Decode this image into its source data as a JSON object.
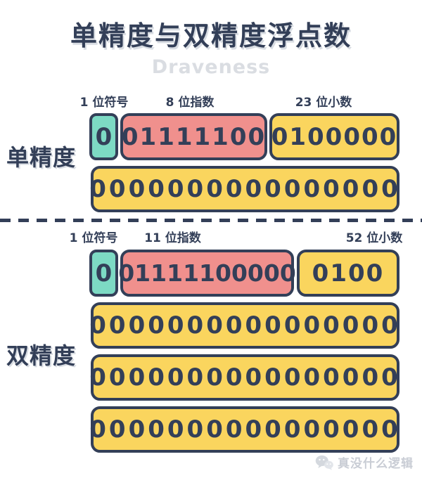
{
  "title": "单精度与双精度浮点数",
  "subtitle": "Draveness",
  "colors": {
    "navy": "#333F58",
    "sign_teal": "#7DDAC4",
    "exponent_pink": "#F0908D",
    "fraction_yellow": "#FAD55E",
    "subtitle_gray": "#DADDE2",
    "watermark_gray": "#C9CDD5",
    "background": "#FFFFFF"
  },
  "sections": [
    {
      "label": "单精度",
      "field_labels": [
        {
          "text": "1 位符号"
        },
        {
          "text": "8 位指数"
        },
        {
          "text": "23 位小数"
        }
      ],
      "rows": [
        {
          "cells": [
            {
              "role": "sign",
              "value": "0"
            },
            {
              "role": "exponent",
              "value": "01111100"
            },
            {
              "role": "fraction",
              "value": "0100000"
            }
          ]
        },
        {
          "cells": [
            {
              "role": "fraction",
              "value": "0000000000000000"
            }
          ]
        }
      ]
    },
    {
      "label": "双精度",
      "field_labels": [
        {
          "text": "1 位符号"
        },
        {
          "text": "11 位指数"
        },
        {
          "text": "52 位小数"
        }
      ],
      "rows": [
        {
          "cells": [
            {
              "role": "sign",
              "value": "0"
            },
            {
              "role": "exponent",
              "value": "01111100000"
            },
            {
              "role": "fraction",
              "value": "0100"
            }
          ]
        },
        {
          "cells": [
            {
              "role": "fraction",
              "value": "0000000000000000"
            }
          ]
        },
        {
          "cells": [
            {
              "role": "fraction",
              "value": "0000000000000000"
            }
          ]
        },
        {
          "cells": [
            {
              "role": "fraction",
              "value": "0000000000000000"
            }
          ]
        }
      ]
    }
  ],
  "watermark": {
    "icon": "wechat-icon",
    "text": "真没什么逻辑"
  }
}
